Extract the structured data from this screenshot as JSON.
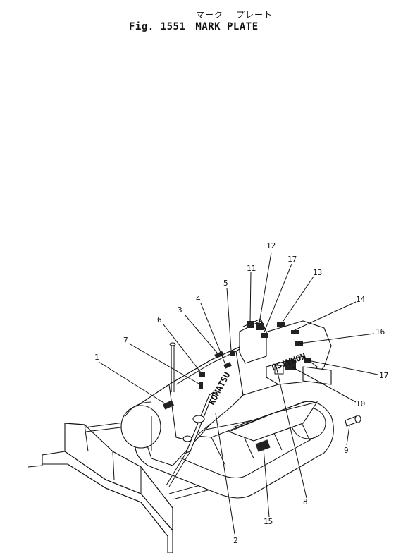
{
  "title": {
    "jp_mark": "マーク",
    "jp_plate": "プレート",
    "fig_label": "Fig. 1551",
    "name": "MARK PLATE"
  },
  "brand_text": "KOMATSU",
  "brand_text_rear": "KOMATSU",
  "callouts": [
    {
      "id": "c1",
      "label": "1"
    },
    {
      "id": "c2",
      "label": "2"
    },
    {
      "id": "c3",
      "label": "3"
    },
    {
      "id": "c4",
      "label": "4"
    },
    {
      "id": "c5",
      "label": "5"
    },
    {
      "id": "c6",
      "label": "6"
    },
    {
      "id": "c7",
      "label": "7"
    },
    {
      "id": "c8",
      "label": "8"
    },
    {
      "id": "c9",
      "label": "9"
    },
    {
      "id": "c10",
      "label": "10"
    },
    {
      "id": "c11",
      "label": "11"
    },
    {
      "id": "c12",
      "label": "12"
    },
    {
      "id": "c13",
      "label": "13"
    },
    {
      "id": "c14",
      "label": "14"
    },
    {
      "id": "c15",
      "label": "15"
    },
    {
      "id": "c16",
      "label": "16"
    },
    {
      "id": "c17a",
      "label": "17"
    },
    {
      "id": "c17b",
      "label": "17"
    }
  ]
}
